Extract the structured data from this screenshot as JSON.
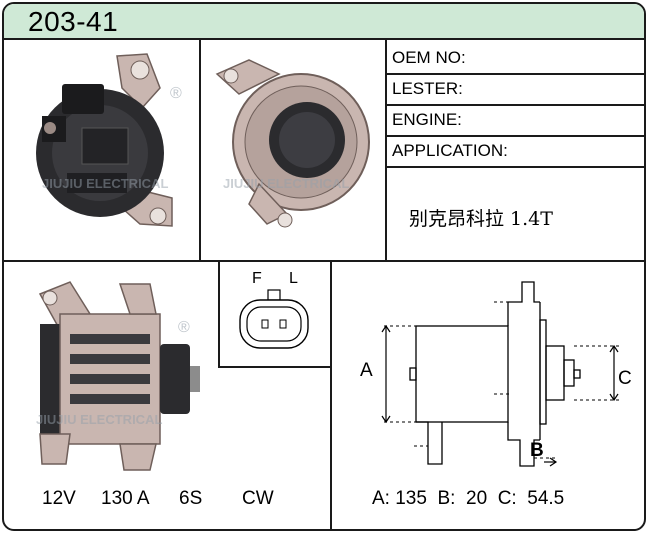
{
  "header": {
    "model": "203-41"
  },
  "info_table": {
    "rows": [
      {
        "label": "OEM NO:"
      },
      {
        "label": "LESTER:"
      },
      {
        "label": "ENGINE:"
      },
      {
        "label": "APPLICATION:"
      }
    ],
    "application_text": "别克昂科拉 1.4T"
  },
  "connector": {
    "pin_left": "F",
    "pin_right": "L"
  },
  "specs": {
    "voltage": "12V",
    "amperage": "130 A",
    "groove": "6S",
    "rotation": "CW"
  },
  "dimensions": {
    "letter_a": "A",
    "letter_b": "B",
    "letter_c": "C",
    "summary": "A: 135  B:  20  C:  54.5",
    "values": {
      "A": 135,
      "B": 20,
      "C": 54.5
    }
  },
  "watermark": {
    "text": "JIUJIU ELECTRICAL",
    "mark": "®"
  },
  "colors": {
    "title_bar": "#cfe9d6",
    "border": "#1a1a1a",
    "photo_metal": "#c9b6b0",
    "photo_dark": "#2b2b2e"
  },
  "icons": [
    "alternator-rear-photo",
    "alternator-front-photo",
    "alternator-side-photo",
    "connector-plug-icon",
    "dimension-drawing"
  ]
}
